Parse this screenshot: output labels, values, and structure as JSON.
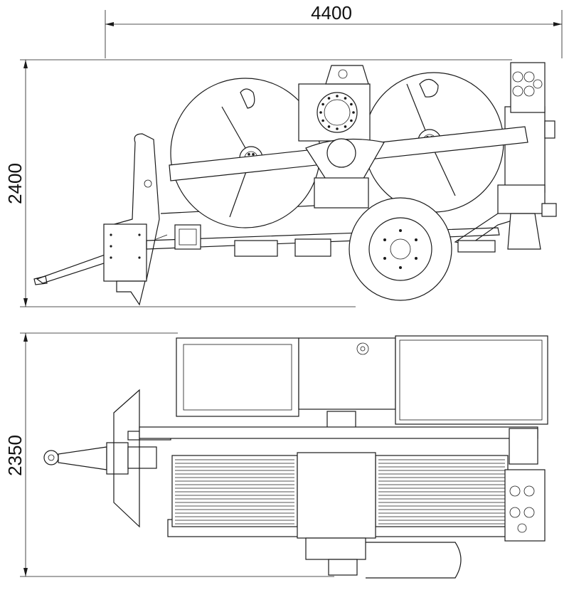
{
  "dimensions": {
    "overall_length": "4400",
    "height": "2400",
    "width": "2350"
  },
  "views": [
    {
      "name": "side-view"
    },
    {
      "name": "top-view"
    }
  ],
  "colors": {
    "line": "#1a1a1a",
    "background": "#ffffff"
  }
}
